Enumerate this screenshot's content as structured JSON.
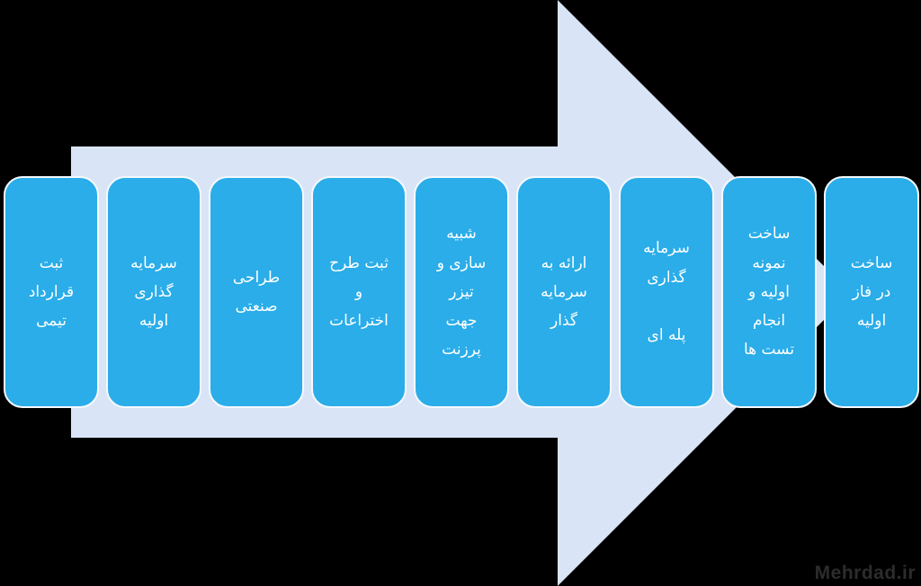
{
  "colors": {
    "background": "#000000",
    "arrow": "#d9e5f6",
    "card": "#2aade9",
    "card_border": "#f5f9fe",
    "card_text": "#ffffff",
    "watermark": "#2c2c2c"
  },
  "process": {
    "steps": [
      {
        "label": "ثبت\nقرارداد\nتیمی"
      },
      {
        "label": "سرمایه\nگذاری\nاولیه"
      },
      {
        "label": "طراحی\nصنعتی"
      },
      {
        "label": "ثبت طرح\nو\nاختراعات"
      },
      {
        "label": "شبیه\nسازی و\nتیزر\nجهت\nپرزنت"
      },
      {
        "label": "ارائه به\nسرمایه\nگذار"
      },
      {
        "label": "سرمایه\nگذاری\n\nپله ای"
      },
      {
        "label": "ساخت\nنمونه\nاولیه و\nانجام\nتست ها"
      },
      {
        "label": "ساخت\nدر فاز\nاولیه"
      }
    ]
  },
  "watermark": {
    "text": "Mehrdad.ir"
  }
}
